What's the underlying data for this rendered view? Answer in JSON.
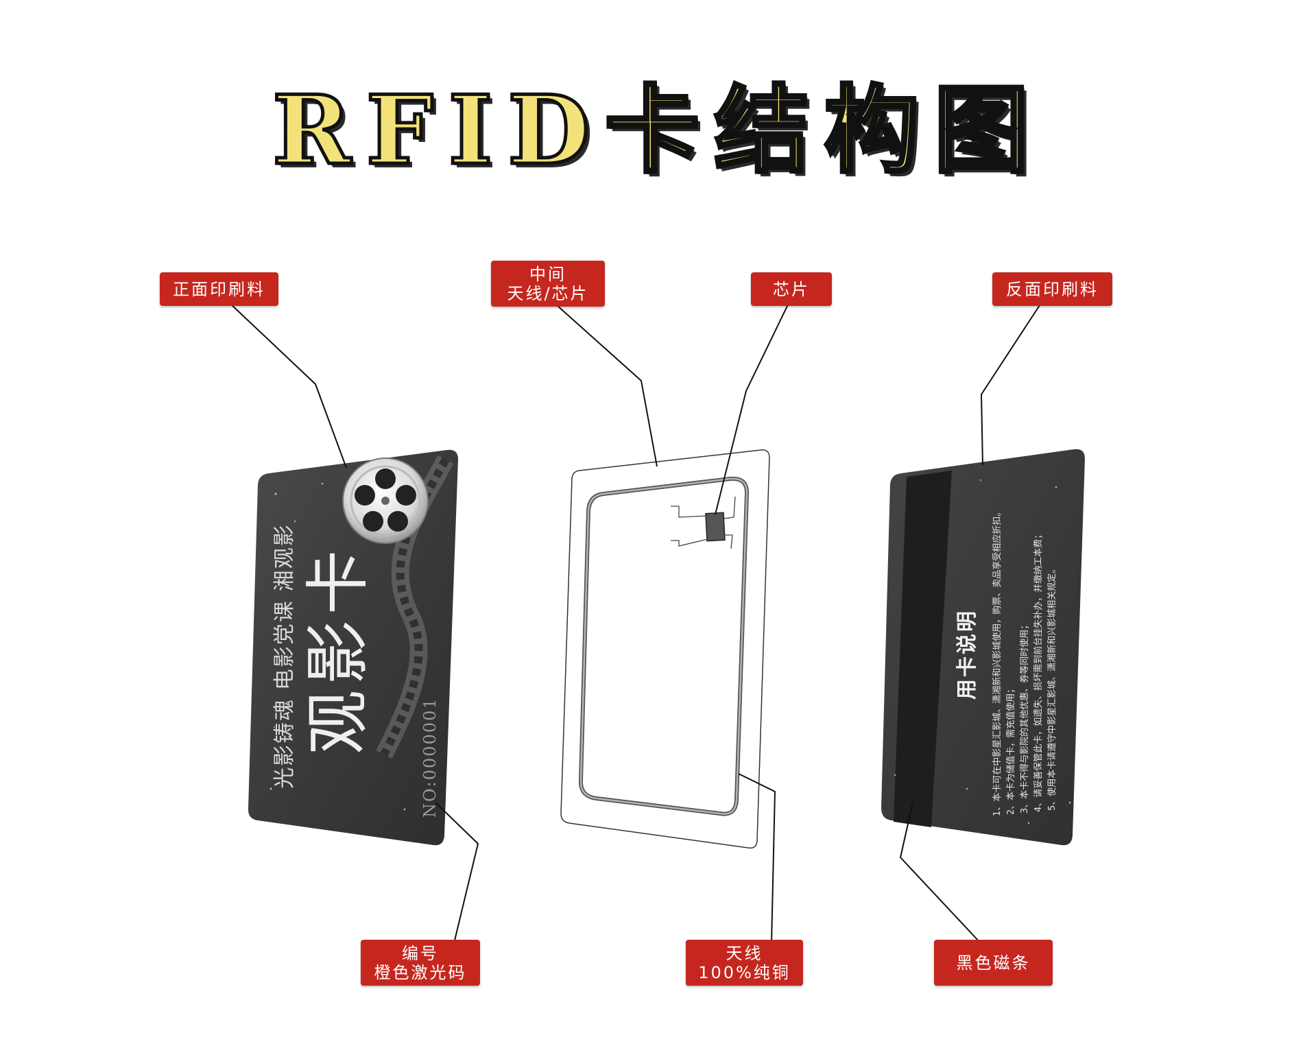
{
  "title": "RFID卡结构图",
  "labels": {
    "front_print": "正面印刷料",
    "middle_line1": "中间",
    "middle_line2": "天线/芯片",
    "chip": "芯片",
    "back_print": "反面印刷料",
    "number_line1": "编号",
    "number_line2": "橙色激光码",
    "antenna_line1": "天线",
    "antenna_line2": "100%纯铜",
    "magstripe": "黑色磁条"
  },
  "front_card": {
    "slogan": "光影铸魂 电影党课 湘观影",
    "card_name": "观影卡",
    "serial": "NO:0000001"
  },
  "back_card": {
    "heading": "用卡说明",
    "rules": [
      "1、本卡可在中影星汇影城、潇湘新和兴影城使用，购票、卖品享受相应折扣。",
      "2、本卡为储值卡，需充值使用；",
      "3、本卡不得与影院的其他优惠、券等同时使用；",
      "4、请妥善保管此卡，如遗失、损坏需到前台挂失补办，并缴纳工本费；",
      "5、使用本卡请遵守中影星汇影城、潇湘新和兴影城相关规定。"
    ]
  },
  "colors": {
    "label_bg": "#c5271f",
    "title_fill": "#f3e27a",
    "card_dark": "#3a3a3a",
    "magstripe": "#1e1e1e"
  }
}
